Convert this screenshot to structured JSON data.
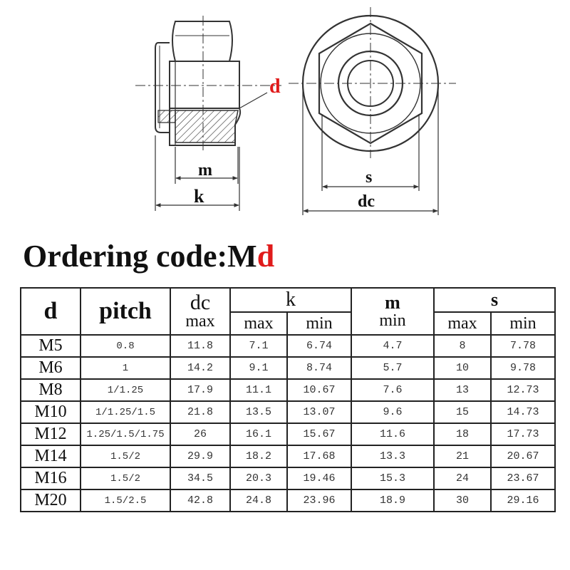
{
  "drawing": {
    "labels": {
      "d": "d",
      "m": "m",
      "k": "k",
      "s": "s",
      "dc": "dc"
    },
    "accent_color": "#e01b1b"
  },
  "title": {
    "prefix": "Ordering code:M",
    "accent": "d"
  },
  "table": {
    "headers": {
      "d": "d",
      "pitch": "pitch",
      "dc": "dc",
      "dc_sub": "max",
      "k": "k",
      "k_max": "max",
      "k_min": "min",
      "m": "m",
      "m_sub": "min",
      "s": "s",
      "s_max": "max",
      "s_min": "min"
    },
    "rows": [
      {
        "d": "M5",
        "pitch": "0.8",
        "dc": "11.8",
        "k_max": "7.1",
        "k_min": "6.74",
        "m_min": "4.7",
        "s_max": "8",
        "s_min": "7.78"
      },
      {
        "d": "M6",
        "pitch": "1",
        "dc": "14.2",
        "k_max": "9.1",
        "k_min": "8.74",
        "m_min": "5.7",
        "s_max": "10",
        "s_min": "9.78"
      },
      {
        "d": "M8",
        "pitch": "1/1.25",
        "dc": "17.9",
        "k_max": "11.1",
        "k_min": "10.67",
        "m_min": "7.6",
        "s_max": "13",
        "s_min": "12.73"
      },
      {
        "d": "M10",
        "pitch": "1/1.25/1.5",
        "dc": "21.8",
        "k_max": "13.5",
        "k_min": "13.07",
        "m_min": "9.6",
        "s_max": "15",
        "s_min": "14.73"
      },
      {
        "d": "M12",
        "pitch": "1.25/1.5/1.75",
        "dc": "26",
        "k_max": "16.1",
        "k_min": "15.67",
        "m_min": "11.6",
        "s_max": "18",
        "s_min": "17.73"
      },
      {
        "d": "M14",
        "pitch": "1.5/2",
        "dc": "29.9",
        "k_max": "18.2",
        "k_min": "17.68",
        "m_min": "13.3",
        "s_max": "21",
        "s_min": "20.67"
      },
      {
        "d": "M16",
        "pitch": "1.5/2",
        "dc": "34.5",
        "k_max": "20.3",
        "k_min": "19.46",
        "m_min": "15.3",
        "s_max": "24",
        "s_min": "23.67"
      },
      {
        "d": "M20",
        "pitch": "1.5/2.5",
        "dc": "42.8",
        "k_max": "24.8",
        "k_min": "23.96",
        "m_min": "18.9",
        "s_max": "30",
        "s_min": "29.16"
      }
    ]
  }
}
